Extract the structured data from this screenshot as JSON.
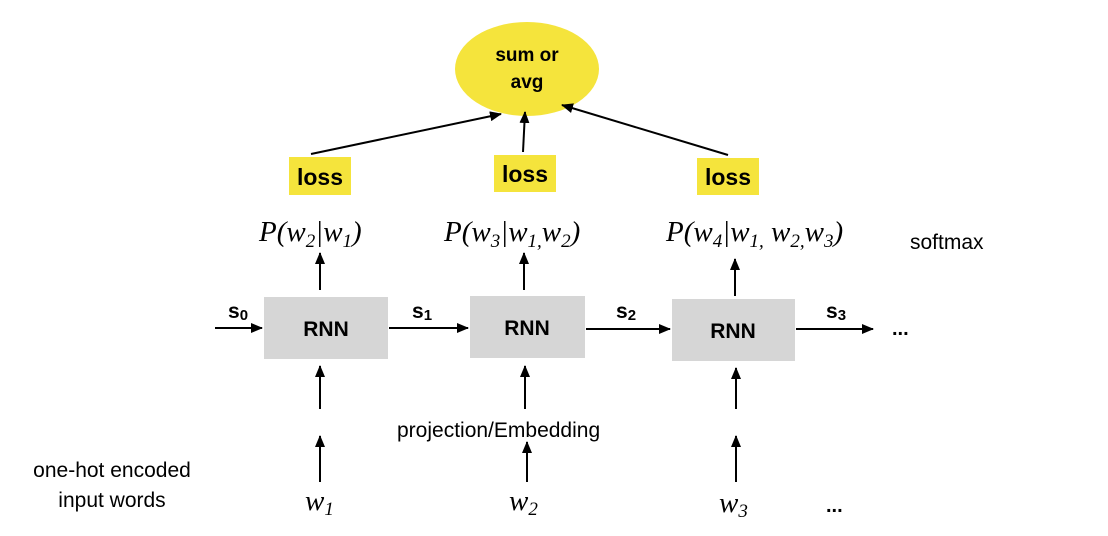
{
  "diagram": {
    "aggregate_label_line1": "sum or",
    "aggregate_label_line2": "avg",
    "loss_labels": [
      "loss",
      "loss",
      "loss"
    ],
    "softmax_label": "softmax",
    "rnn_labels": [
      "RNN",
      "RNN",
      "RNN"
    ],
    "states": [
      {
        "base": "s",
        "sub": "0"
      },
      {
        "base": "s",
        "sub": "1"
      },
      {
        "base": "s",
        "sub": "2"
      },
      {
        "base": "s",
        "sub": "3"
      }
    ],
    "continuation": "...",
    "projection_label": "projection/Embedding",
    "input_caption_line1": "one-hot encoded",
    "input_caption_line2": "input words",
    "inputs": [
      {
        "base": "w",
        "sub": "1"
      },
      {
        "base": "w",
        "sub": "2"
      },
      {
        "base": "w",
        "sub": "3"
      }
    ],
    "input_continuation": "...",
    "probabilities": [
      {
        "pre": "P(w",
        "sub1": "2",
        "mid": "|w",
        "sub2": "1",
        "post": ")"
      },
      {
        "pre": "P(w",
        "sub1": "3",
        "mid": "|w",
        "sub2": "1,",
        "mid2": "w",
        "sub3": "2",
        "post": ")"
      },
      {
        "pre": "P(w",
        "sub1": "4",
        "mid": "|w",
        "sub2": "1,",
        "mid2": " w",
        "sub3": "2,",
        "mid3": "w",
        "sub4": "3",
        "post": ")"
      }
    ],
    "colors": {
      "highlight": "#f5e43c",
      "rnn_box": "#d6d6d6",
      "ink": "#000000"
    }
  }
}
